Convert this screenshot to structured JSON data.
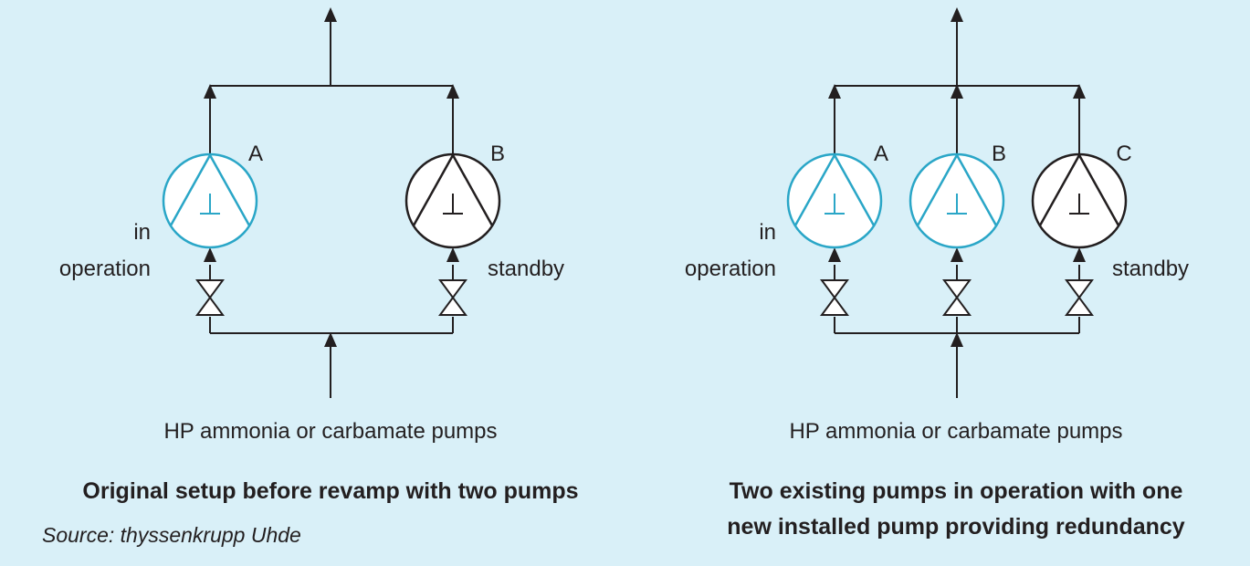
{
  "colors": {
    "background": "#d9f0f8",
    "line": "#231f20",
    "operating_pump": "#2aa6c7",
    "standby_pump": "#231f20",
    "pump_fill": "#ffffff"
  },
  "left": {
    "pumps": [
      {
        "label": "A",
        "state": "operating"
      },
      {
        "label": "B",
        "state": "standby"
      }
    ],
    "in_operation_line1": "in",
    "in_operation_line2": "operation",
    "standby_label": "standby",
    "pumps_label": "HP ammonia or carbamate pumps",
    "caption": "Original setup before revamp with two pumps",
    "source": "Source: thyssenkrupp Uhde"
  },
  "right": {
    "pumps": [
      {
        "label": "A",
        "state": "operating"
      },
      {
        "label": "B",
        "state": "operating"
      },
      {
        "label": "C",
        "state": "standby"
      }
    ],
    "in_operation_line1": "in",
    "in_operation_line2": "operation",
    "standby_label": "standby",
    "pumps_label": "HP ammonia or carbamate pumps",
    "caption_line1": "Two existing pumps in operation with one",
    "caption_line2": "new installed pump providing redundancy"
  }
}
